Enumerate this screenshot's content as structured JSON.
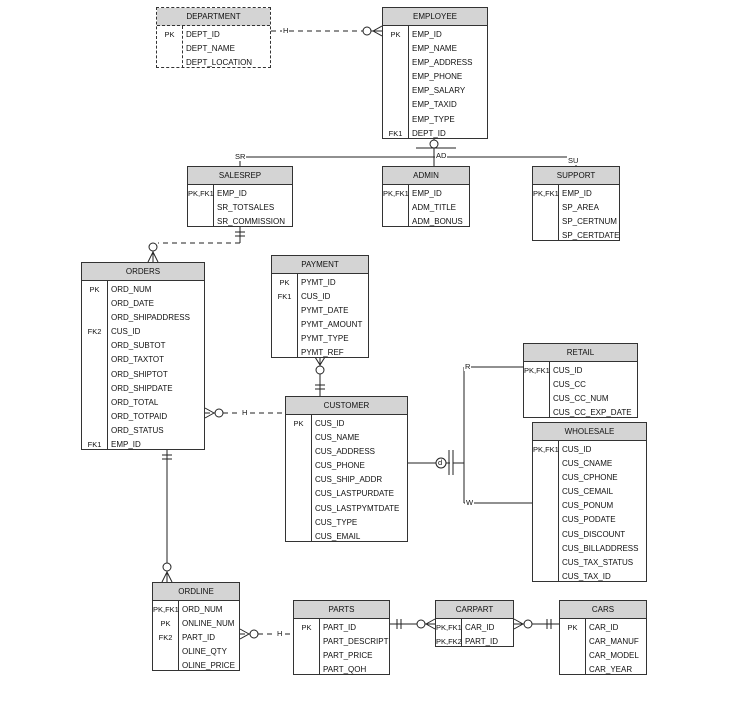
{
  "entities": [
    {
      "id": "department",
      "name": "DEPARTMENT",
      "weak": true,
      "rows": [
        {
          "key": "PK",
          "attr": "DEPT_ID"
        },
        {
          "key": "",
          "attr": "DEPT_NAME"
        },
        {
          "key": "",
          "attr": "DEPT_LOCATION"
        }
      ]
    },
    {
      "id": "employee",
      "name": "EMPLOYEE",
      "rows": [
        {
          "key": "PK",
          "attr": "EMP_ID"
        },
        {
          "key": "",
          "attr": "EMP_NAME"
        },
        {
          "key": "",
          "attr": "EMP_ADDRESS"
        },
        {
          "key": "",
          "attr": "EMP_PHONE"
        },
        {
          "key": "",
          "attr": "EMP_SALARY"
        },
        {
          "key": "",
          "attr": "EMP_TAXID"
        },
        {
          "key": "",
          "attr": "EMP_TYPE"
        },
        {
          "key": "FK1",
          "attr": "DEPT_ID"
        }
      ]
    },
    {
      "id": "salesrep",
      "name": "SALESREP",
      "rows": [
        {
          "key": "PK,FK1",
          "attr": "EMP_ID"
        },
        {
          "key": "",
          "attr": "SR_TOTSALES"
        },
        {
          "key": "",
          "attr": "SR_COMMISSION"
        }
      ]
    },
    {
      "id": "admin",
      "name": "ADMIN",
      "rows": [
        {
          "key": "PK,FK1",
          "attr": "EMP_ID"
        },
        {
          "key": "",
          "attr": "ADM_TITLE"
        },
        {
          "key": "",
          "attr": "ADM_BONUS"
        }
      ]
    },
    {
      "id": "support",
      "name": "SUPPORT",
      "rows": [
        {
          "key": "PK,FK1",
          "attr": "EMP_ID"
        },
        {
          "key": "",
          "attr": "SP_AREA"
        },
        {
          "key": "",
          "attr": "SP_CERTNUM"
        },
        {
          "key": "",
          "attr": "SP_CERTDATE"
        }
      ]
    },
    {
      "id": "orders",
      "name": "ORDERS",
      "rows": [
        {
          "key": "PK",
          "attr": "ORD_NUM"
        },
        {
          "key": "",
          "attr": "ORD_DATE"
        },
        {
          "key": "",
          "attr": "ORD_SHIPADDRESS"
        },
        {
          "key": "FK2",
          "attr": "CUS_ID"
        },
        {
          "key": "",
          "attr": "ORD_SUBTOT"
        },
        {
          "key": "",
          "attr": "ORD_TAXTOT"
        },
        {
          "key": "",
          "attr": "ORD_SHIPTOT"
        },
        {
          "key": "",
          "attr": "ORD_SHIPDATE"
        },
        {
          "key": "",
          "attr": "ORD_TOTAL"
        },
        {
          "key": "",
          "attr": "ORD_TOTPAID"
        },
        {
          "key": "",
          "attr": "ORD_STATUS"
        },
        {
          "key": "FK1",
          "attr": "EMP_ID"
        }
      ]
    },
    {
      "id": "payment",
      "name": "PAYMENT",
      "rows": [
        {
          "key": "PK",
          "attr": "PYMT_ID"
        },
        {
          "key": "FK1",
          "attr": "CUS_ID"
        },
        {
          "key": "",
          "attr": "PYMT_DATE"
        },
        {
          "key": "",
          "attr": "PYMT_AMOUNT"
        },
        {
          "key": "",
          "attr": "PYMT_TYPE"
        },
        {
          "key": "",
          "attr": "PYMT_REF"
        }
      ]
    },
    {
      "id": "customer",
      "name": "CUSTOMER",
      "rows": [
        {
          "key": "PK",
          "attr": "CUS_ID"
        },
        {
          "key": "",
          "attr": "CUS_NAME"
        },
        {
          "key": "",
          "attr": "CUS_ADDRESS"
        },
        {
          "key": "",
          "attr": "CUS_PHONE"
        },
        {
          "key": "",
          "attr": "CUS_SHIP_ADDR"
        },
        {
          "key": "",
          "attr": "CUS_LASTPURDATE"
        },
        {
          "key": "",
          "attr": "CUS_LASTPYMTDATE"
        },
        {
          "key": "",
          "attr": "CUS_TYPE"
        },
        {
          "key": "",
          "attr": "CUS_EMAIL"
        }
      ]
    },
    {
      "id": "retail",
      "name": "RETAIL",
      "rows": [
        {
          "key": "PK,FK1",
          "attr": "CUS_ID"
        },
        {
          "key": "",
          "attr": "CUS_CC"
        },
        {
          "key": "",
          "attr": "CUS_CC_NUM"
        },
        {
          "key": "",
          "attr": "CUS_CC_EXP_DATE"
        }
      ]
    },
    {
      "id": "wholesale",
      "name": "WHOLESALE",
      "rows": [
        {
          "key": "PK,FK1",
          "attr": "CUS_ID"
        },
        {
          "key": "",
          "attr": "CUS_CNAME"
        },
        {
          "key": "",
          "attr": "CUS_CPHONE"
        },
        {
          "key": "",
          "attr": "CUS_CEMAIL"
        },
        {
          "key": "",
          "attr": "CUS_PONUM"
        },
        {
          "key": "",
          "attr": "CUS_PODATE"
        },
        {
          "key": "",
          "attr": "CUS_DISCOUNT"
        },
        {
          "key": "",
          "attr": "CUS_BILLADDRESS"
        },
        {
          "key": "",
          "attr": "CUS_TAX_STATUS"
        },
        {
          "key": "",
          "attr": "CUS_TAX_ID"
        }
      ]
    },
    {
      "id": "ordline",
      "name": "ORDLINE",
      "rows": [
        {
          "key": "PK,FK1",
          "attr": "ORD_NUM"
        },
        {
          "key": "PK",
          "attr": "ONLINE_NUM"
        },
        {
          "key": "FK2",
          "attr": "PART_ID"
        },
        {
          "key": "",
          "attr": "OLINE_QTY"
        },
        {
          "key": "",
          "attr": "OLINE_PRICE"
        }
      ]
    },
    {
      "id": "parts",
      "name": "PARTS",
      "rows": [
        {
          "key": "PK",
          "attr": "PART_ID"
        },
        {
          "key": "",
          "attr": "PART_DESCRIPT"
        },
        {
          "key": "",
          "attr": "PART_PRICE"
        },
        {
          "key": "",
          "attr": "PART_QOH"
        }
      ]
    },
    {
      "id": "carpart",
      "name": "CARPART",
      "rows": [
        {
          "key": "PK,FK1",
          "attr": "CAR_ID"
        },
        {
          "key": "PK,FK2",
          "attr": "PART_ID"
        }
      ]
    },
    {
      "id": "cars",
      "name": "CARS",
      "rows": [
        {
          "key": "PK",
          "attr": "CAR_ID"
        },
        {
          "key": "",
          "attr": "CAR_MANUF"
        },
        {
          "key": "",
          "attr": "CAR_MODEL"
        },
        {
          "key": "",
          "attr": "CAR_YEAR"
        }
      ]
    }
  ],
  "labels": {
    "dept_emp": "H",
    "subtype_sr": "SR",
    "subtype_ad": "AD",
    "subtype_su": "SU",
    "orders_customer": "H",
    "subtype_r": "R",
    "subtype_w": "W",
    "subtype_d": "d",
    "ordline_parts": "H"
  }
}
